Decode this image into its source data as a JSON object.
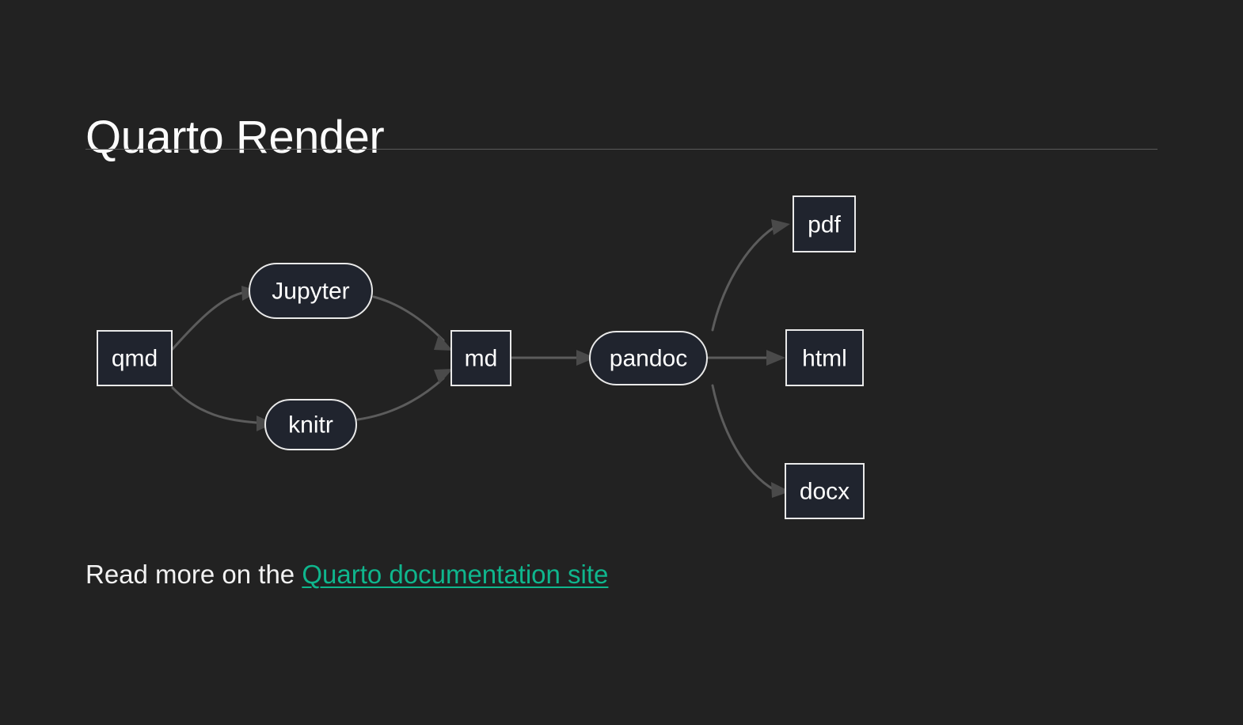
{
  "slide": {
    "title": "Quarto Render",
    "background_color": "#222222",
    "title_color": "#fbfbfb",
    "rule_color": "#5a5a5a"
  },
  "diagram": {
    "type": "flowchart",
    "direction": "left-to-right",
    "node_fill": "#20242e",
    "node_stroke": "#e9e9e9",
    "edge_color": "#5c5c5c",
    "arrowhead_color": "#4a4a4a",
    "nodes": [
      {
        "id": "qmd",
        "label": "qmd",
        "shape": "rect"
      },
      {
        "id": "jupyter",
        "label": "Jupyter",
        "shape": "stadium"
      },
      {
        "id": "knitr",
        "label": "knitr",
        "shape": "stadium"
      },
      {
        "id": "md",
        "label": "md",
        "shape": "rect"
      },
      {
        "id": "pandoc",
        "label": "pandoc",
        "shape": "stadium"
      },
      {
        "id": "pdf",
        "label": "pdf",
        "shape": "rect"
      },
      {
        "id": "html",
        "label": "html",
        "shape": "rect"
      },
      {
        "id": "docx",
        "label": "docx",
        "shape": "rect"
      }
    ],
    "edges": [
      {
        "from": "qmd",
        "to": "jupyter"
      },
      {
        "from": "qmd",
        "to": "knitr"
      },
      {
        "from": "jupyter",
        "to": "md"
      },
      {
        "from": "knitr",
        "to": "md"
      },
      {
        "from": "md",
        "to": "pandoc"
      },
      {
        "from": "pandoc",
        "to": "pdf"
      },
      {
        "from": "pandoc",
        "to": "html"
      },
      {
        "from": "pandoc",
        "to": "docx"
      }
    ]
  },
  "footer": {
    "prefix": "Read more on the ",
    "link_label": "Quarto documentation site",
    "link_color": "#0fb68d"
  }
}
